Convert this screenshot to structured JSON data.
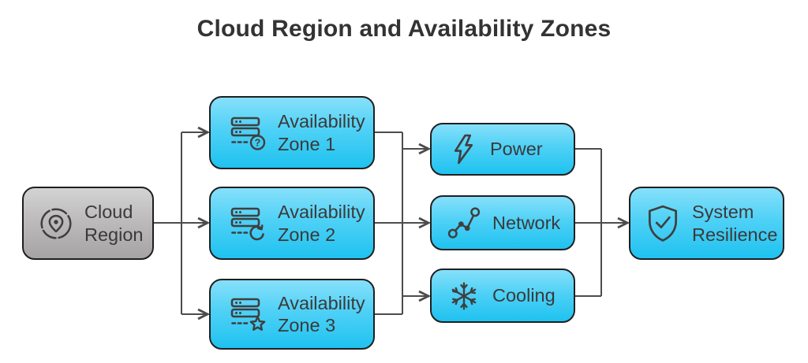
{
  "title": "Cloud Region and Availability Zones",
  "colors": {
    "node_cyan_top": "#86e0fa",
    "node_cyan_bottom": "#1fc2f0",
    "node_gray_top": "#d4d3d3",
    "node_gray_bottom": "#a5a3a3",
    "node_border": "#1f1f1f",
    "edge_line": "#4c4c4c",
    "text": "#3a3a3a",
    "title_text": "#333333"
  },
  "nodes": {
    "cloud_region": {
      "label": "Cloud\nRegion",
      "icon": "region-pin-icon",
      "variant": "gray"
    },
    "az1": {
      "label": "Availability\nZone 1",
      "icon": "server-question-icon",
      "variant": "cyan"
    },
    "az2": {
      "label": "Availability\nZone 2",
      "icon": "server-refresh-icon",
      "variant": "cyan"
    },
    "az3": {
      "label": "Availability\nZone 3",
      "icon": "server-star-icon",
      "variant": "cyan"
    },
    "power": {
      "label": "Power",
      "icon": "lightning-icon",
      "variant": "cyan"
    },
    "network": {
      "label": "Network",
      "icon": "network-nodes-icon",
      "variant": "cyan"
    },
    "cooling": {
      "label": "Cooling",
      "icon": "snowflake-icon",
      "variant": "cyan"
    },
    "system_resilience": {
      "label": "System\nResilience",
      "icon": "shield-check-icon",
      "variant": "cyan"
    }
  },
  "edges": [
    {
      "from": "cloud_region",
      "to": "az1"
    },
    {
      "from": "cloud_region",
      "to": "az2"
    },
    {
      "from": "cloud_region",
      "to": "az3"
    },
    {
      "from": "az1",
      "to": "power"
    },
    {
      "from": "az1",
      "to": "network"
    },
    {
      "from": "az1",
      "to": "cooling"
    },
    {
      "from": "az2",
      "to": "power"
    },
    {
      "from": "az2",
      "to": "network"
    },
    {
      "from": "az2",
      "to": "cooling"
    },
    {
      "from": "az3",
      "to": "power"
    },
    {
      "from": "az3",
      "to": "network"
    },
    {
      "from": "az3",
      "to": "cooling"
    },
    {
      "from": "power",
      "to": "system_resilience"
    },
    {
      "from": "network",
      "to": "system_resilience"
    },
    {
      "from": "cooling",
      "to": "system_resilience"
    }
  ]
}
